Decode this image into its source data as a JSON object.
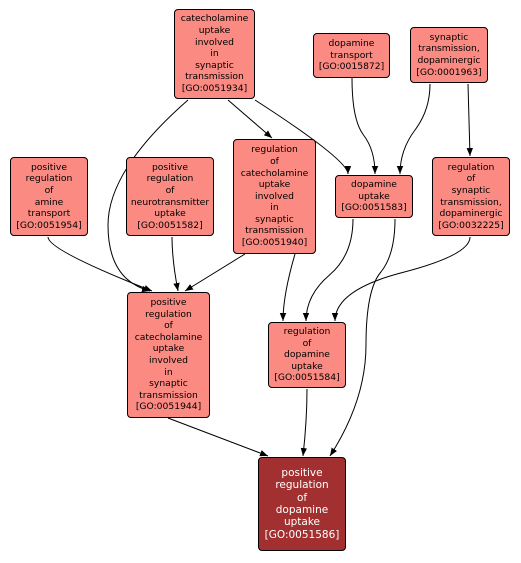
{
  "colors": {
    "node_fill": "#fa8a82",
    "target_fill": "#a33030",
    "edge": "#000000"
  },
  "nodes": [
    {
      "id": "n0051934",
      "lines": [
        "catecholamine",
        "uptake",
        "involved",
        "in",
        "synaptic",
        "transmission",
        "[GO:0051934]"
      ]
    },
    {
      "id": "n0015872",
      "lines": [
        "dopamine",
        "transport",
        "[GO:0015872]"
      ]
    },
    {
      "id": "n0001963",
      "lines": [
        "synaptic",
        "transmission,",
        "dopaminergic",
        "[GO:0001963]"
      ]
    },
    {
      "id": "n0051954",
      "lines": [
        "positive",
        "regulation",
        "of",
        "amine",
        "transport",
        "[GO:0051954]"
      ]
    },
    {
      "id": "n0051582",
      "lines": [
        "positive",
        "regulation",
        "of",
        "neurotransmitter",
        "uptake",
        "[GO:0051582]"
      ]
    },
    {
      "id": "n0051940",
      "lines": [
        "regulation",
        "of",
        "catecholamine",
        "uptake",
        "involved",
        "in",
        "synaptic",
        "transmission",
        "[GO:0051940]"
      ]
    },
    {
      "id": "n0051583",
      "lines": [
        "dopamine",
        "uptake",
        "[GO:0051583]"
      ]
    },
    {
      "id": "n0032225",
      "lines": [
        "regulation",
        "of",
        "synaptic",
        "transmission,",
        "dopaminergic",
        "[GO:0032225]"
      ]
    },
    {
      "id": "n0051944",
      "lines": [
        "positive",
        "regulation",
        "of",
        "catecholamine",
        "uptake",
        "involved",
        "in",
        "synaptic",
        "transmission",
        "[GO:0051944]"
      ]
    },
    {
      "id": "n0051584",
      "lines": [
        "regulation",
        "of",
        "dopamine",
        "uptake",
        "[GO:0051584]"
      ]
    },
    {
      "id": "n0051586",
      "lines": [
        "positive",
        "regulation",
        "of",
        "dopamine",
        "uptake",
        "[GO:0051586]"
      ],
      "target": true
    }
  ],
  "edges": [
    [
      "n0051934",
      "n0051944"
    ],
    [
      "n0051934",
      "n0051940"
    ],
    [
      "n0051934",
      "n0051583"
    ],
    [
      "n0015872",
      "n0051583"
    ],
    [
      "n0001963",
      "n0051583"
    ],
    [
      "n0001963",
      "n0032225"
    ],
    [
      "n0051954",
      "n0051944"
    ],
    [
      "n0051582",
      "n0051944"
    ],
    [
      "n0051940",
      "n0051944"
    ],
    [
      "n0051940",
      "n0051584"
    ],
    [
      "n0051583",
      "n0051584"
    ],
    [
      "n0051583",
      "n0051586"
    ],
    [
      "n0032225",
      "n0051584"
    ],
    [
      "n0051944",
      "n0051586"
    ],
    [
      "n0051584",
      "n0051586"
    ]
  ]
}
